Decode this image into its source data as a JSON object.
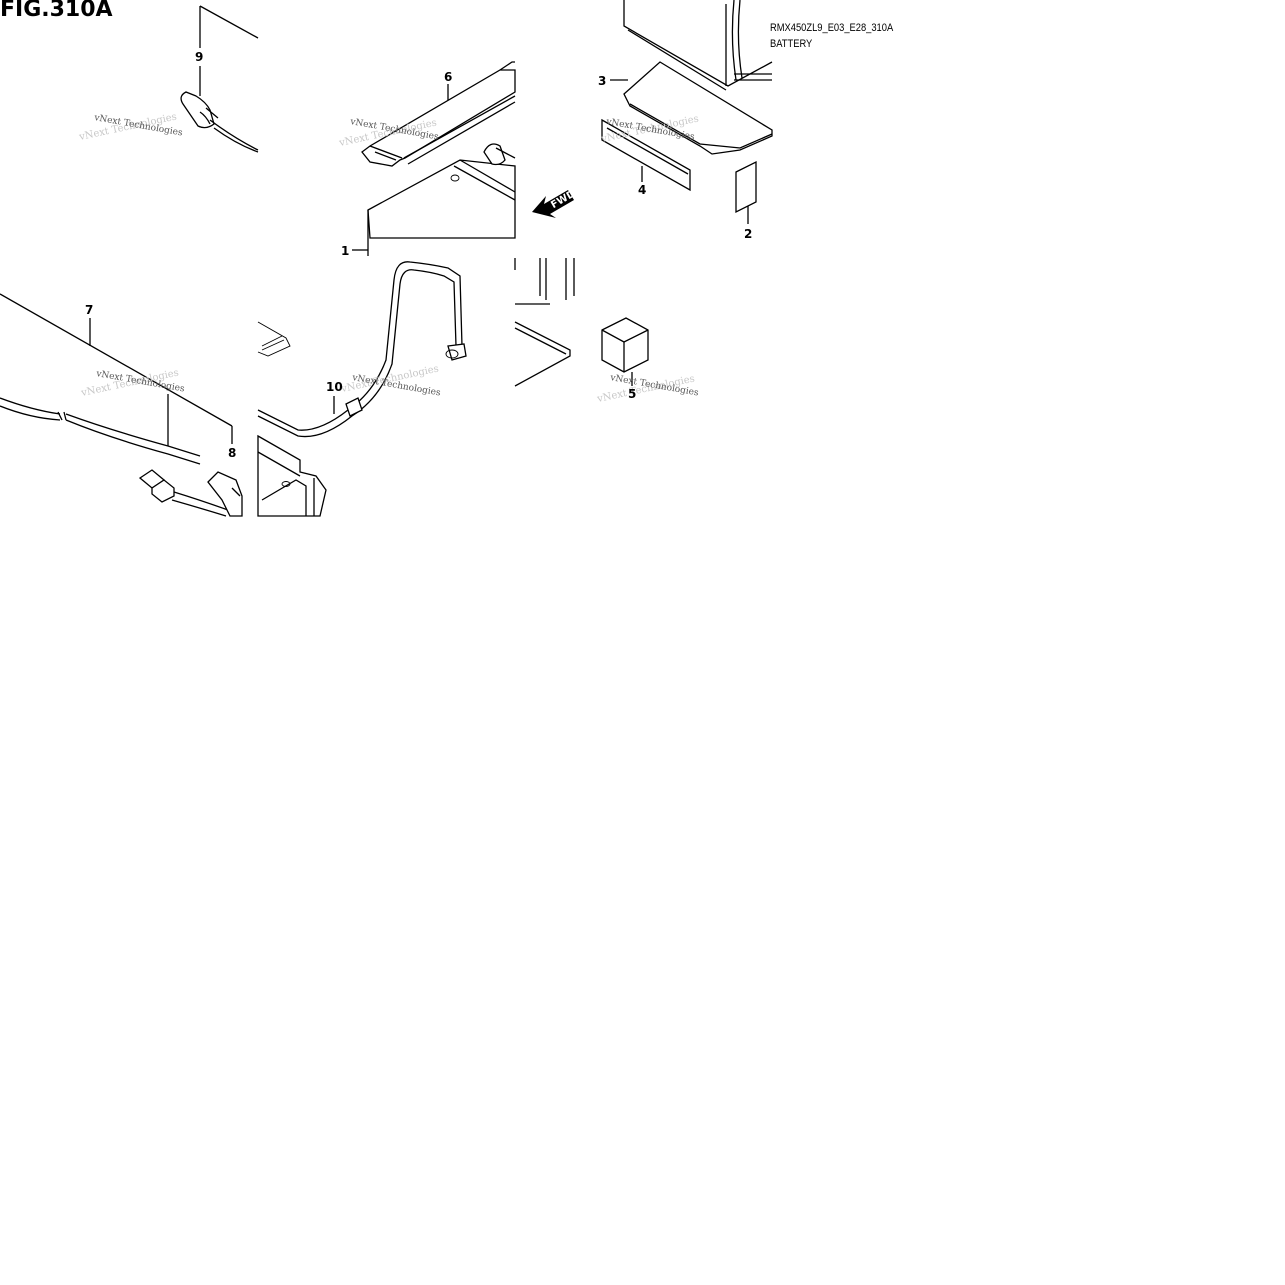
{
  "figure": {
    "title": "FIG.310A",
    "model_code": "RMX450ZL9_E03_E28_310A",
    "section_name": "BATTERY"
  },
  "direction_marker": {
    "label": "FWD",
    "icon": "fwd-arrow-icon"
  },
  "callouts": [
    {
      "number": "1",
      "part": "battery-case"
    },
    {
      "number": "2",
      "part": "small-plate"
    },
    {
      "number": "3",
      "part": "battery-cushion"
    },
    {
      "number": "4",
      "part": "spacer-plate"
    },
    {
      "number": "5",
      "part": "cube-block"
    },
    {
      "number": "6",
      "part": "battery-band"
    },
    {
      "number": "7",
      "part": "harness-wire"
    },
    {
      "number": "8",
      "part": "terminal-cap"
    },
    {
      "number": "9",
      "part": "terminal-boot"
    },
    {
      "number": "10",
      "part": "battery-cable"
    }
  ],
  "watermark": {
    "text": "vNext Technologies"
  }
}
